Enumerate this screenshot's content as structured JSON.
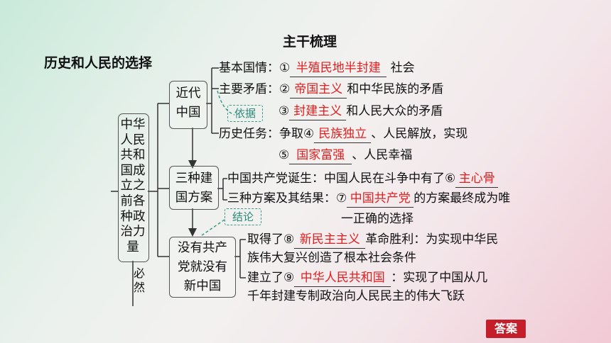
{
  "title": "主干梳理",
  "subtitle": "历史和人民的选择",
  "root": {
    "chars": [
      "中华",
      "人民",
      "共和",
      "国成",
      "立之",
      "前各",
      "种政",
      "治力",
      "量"
    ],
    "bizan": [
      "必",
      "然"
    ]
  },
  "boxes": {
    "b1": [
      "近代",
      "中国"
    ],
    "b2": [
      "三种建",
      "国方案"
    ],
    "b3": [
      "没有共产",
      "党就没有",
      "新中国"
    ]
  },
  "tags": {
    "yiju": "依据",
    "jielun": "结论"
  },
  "lines": {
    "l1": {
      "pre": "基本国情：①",
      "ans": "半殖民地半封建",
      "post": "社会"
    },
    "l2": {
      "pre": "主要矛盾：②",
      "ans": "帝国主义",
      "post": "和中华民族的矛盾"
    },
    "l3": {
      "pre": "③",
      "ans": "封建主义",
      "post": "和人民大众的矛盾"
    },
    "l4": {
      "pre": "历史任务：争取④",
      "ans": "民族独立",
      "post": "、人民解放，实现"
    },
    "l5": {
      "pre": "⑤",
      "ans": "国家富强",
      "post": "、人民幸福"
    },
    "l6": {
      "pre": "中国共产党诞生：中国人民在斗争中有了⑥",
      "ans": "主心骨",
      "post": ""
    },
    "l7": {
      "pre": "三种方案及其结果：⑦",
      "ans": "中国共产党",
      "post": "的方案最终成为唯"
    },
    "l8": {
      "pre": "一正确的选择"
    },
    "l9": {
      "pre": "取得了⑧",
      "ans": "新民主主义",
      "post": "革命胜利：为实现中华民"
    },
    "l10": {
      "pre": "族伟大复兴创造了根本社会条件"
    },
    "l11": {
      "pre": "建立了⑨",
      "ans": "中华人民共和国",
      "post": "：实现了中国从几"
    },
    "l12": {
      "pre": "千年封建专制政治向人民民主的伟大飞跃"
    }
  },
  "answer_button": "答案"
}
